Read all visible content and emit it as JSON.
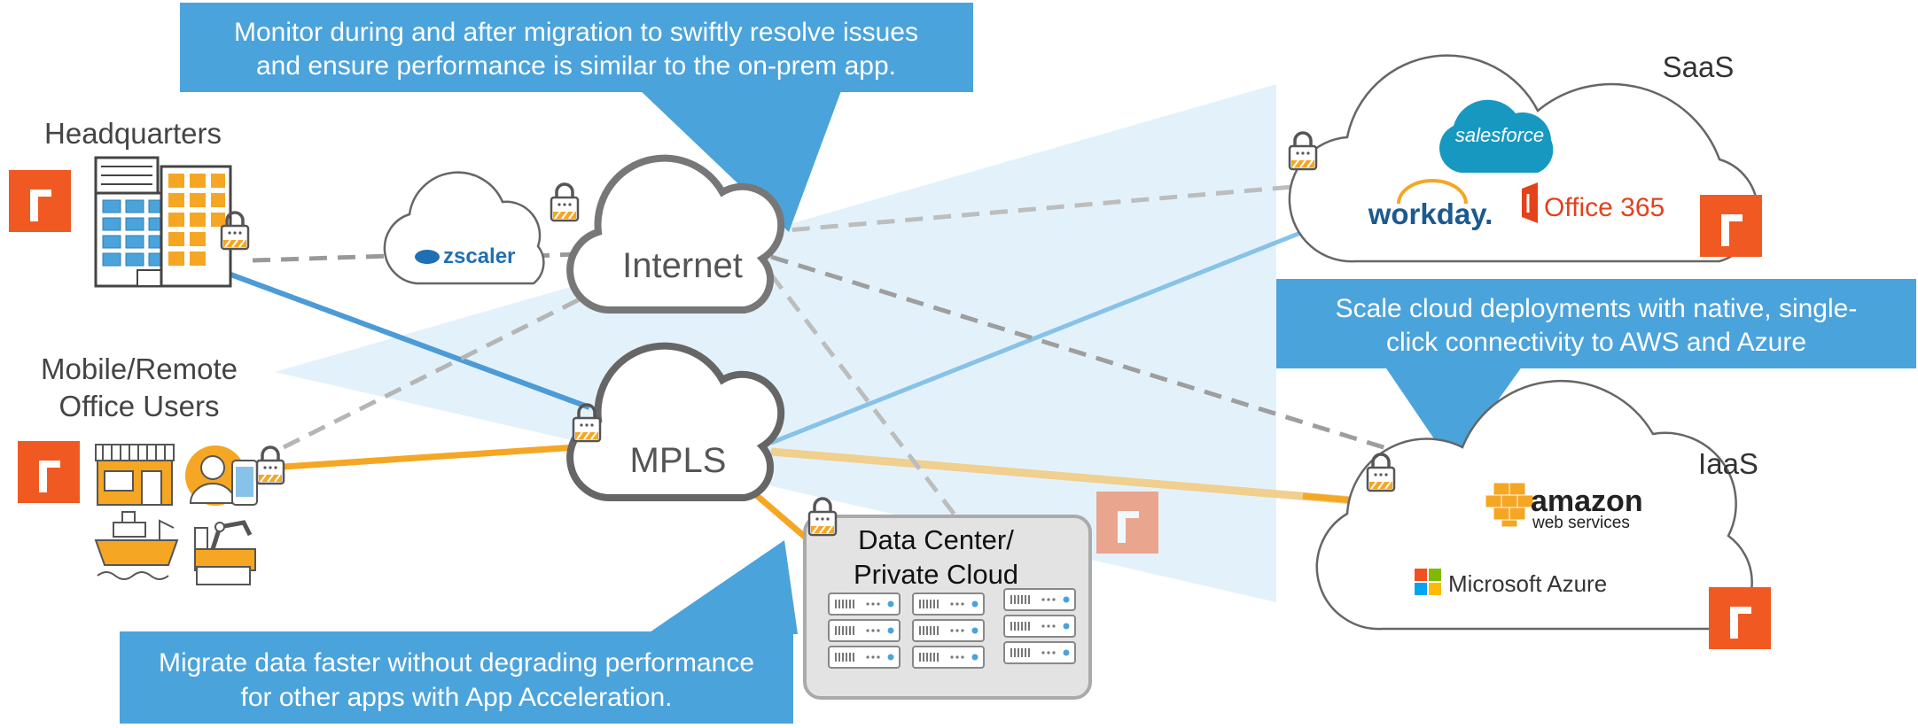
{
  "callouts": {
    "monitor": [
      "Monitor during and after migration to swiftly resolve issues",
      "and ensure performance is similar to the on-prem app."
    ],
    "scale": [
      "Scale cloud deployments with native, single-",
      "click connectivity to AWS and Azure"
    ],
    "migrate": [
      "Migrate data faster without degrading performance",
      "for other apps with App Acceleration."
    ]
  },
  "sites": {
    "headquarters": "Headquarters",
    "mobile_remote": [
      "Mobile/Remote",
      "Office Users"
    ]
  },
  "clouds": {
    "internet": "Internet",
    "mpls": "MPLS",
    "saas": "SaaS",
    "iaas": "IaaS",
    "data_center": [
      "Data Center/",
      "Private Cloud"
    ]
  },
  "logos": {
    "zscaler": "zscaler",
    "salesforce": "salesforce",
    "workday": "workday.",
    "office365": "Office 365",
    "amazon": "amazon",
    "amazon_sub": "web services",
    "azure": "Microsoft Azure"
  },
  "colors": {
    "callout_blue": "#4BA3DB",
    "brand_orange": "#F05A22",
    "orange_link": "#F5A623",
    "blue_link": "#4D9BD6",
    "gray_dash": "#9E9E9E"
  }
}
